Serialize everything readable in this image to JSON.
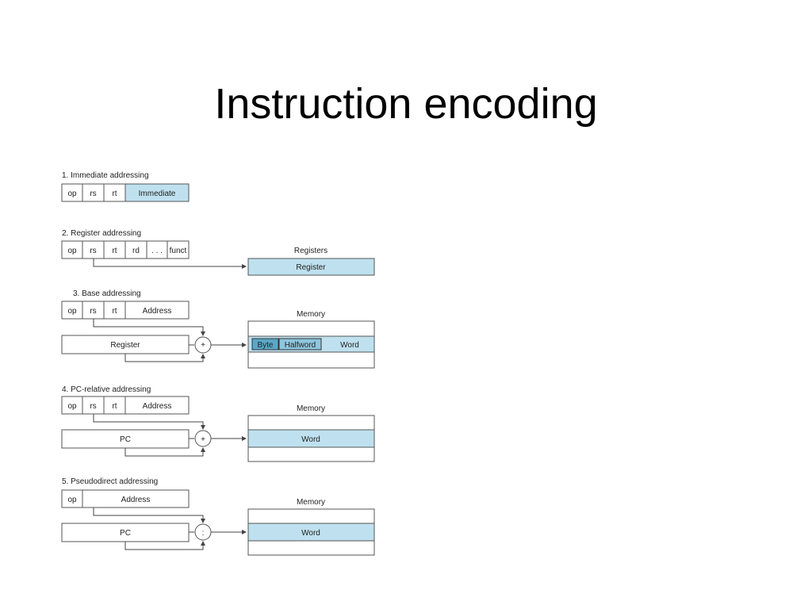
{
  "slide": {
    "title": "Instruction encoding"
  },
  "figure": {
    "colors": {
      "highlight": "#bfe1ef",
      "stroke": "#555555"
    },
    "s1": {
      "heading": "1.  Immediate addressing",
      "fields": [
        "op",
        "rs",
        "rt",
        "Immediate"
      ]
    },
    "s2": {
      "heading": "2. Register addressing",
      "fields": [
        "op",
        "rs",
        "rt",
        "rd",
        ". . .",
        "funct"
      ],
      "dest_label": "Registers",
      "dest_cell": "Register"
    },
    "s3": {
      "heading": "3.  Base addressing",
      "fields": [
        "op",
        "rs",
        "rt",
        "Address"
      ],
      "operand": "Register",
      "op_symbol": "+",
      "dest_label": "Memory",
      "cells": [
        "Byte",
        "Halfword",
        "Word"
      ]
    },
    "s4": {
      "heading": "4.  PC-relative addressing",
      "fields": [
        "op",
        "rs",
        "rt",
        "Address"
      ],
      "operand": "PC",
      "op_symbol": "+",
      "dest_label": "Memory",
      "dest_cell": "Word"
    },
    "s5": {
      "heading": "5.  Pseudodirect addressing",
      "fields": [
        "op",
        "Address"
      ],
      "operand": "PC",
      "op_symbol": ":",
      "dest_label": "Memory",
      "dest_cell": "Word"
    }
  }
}
